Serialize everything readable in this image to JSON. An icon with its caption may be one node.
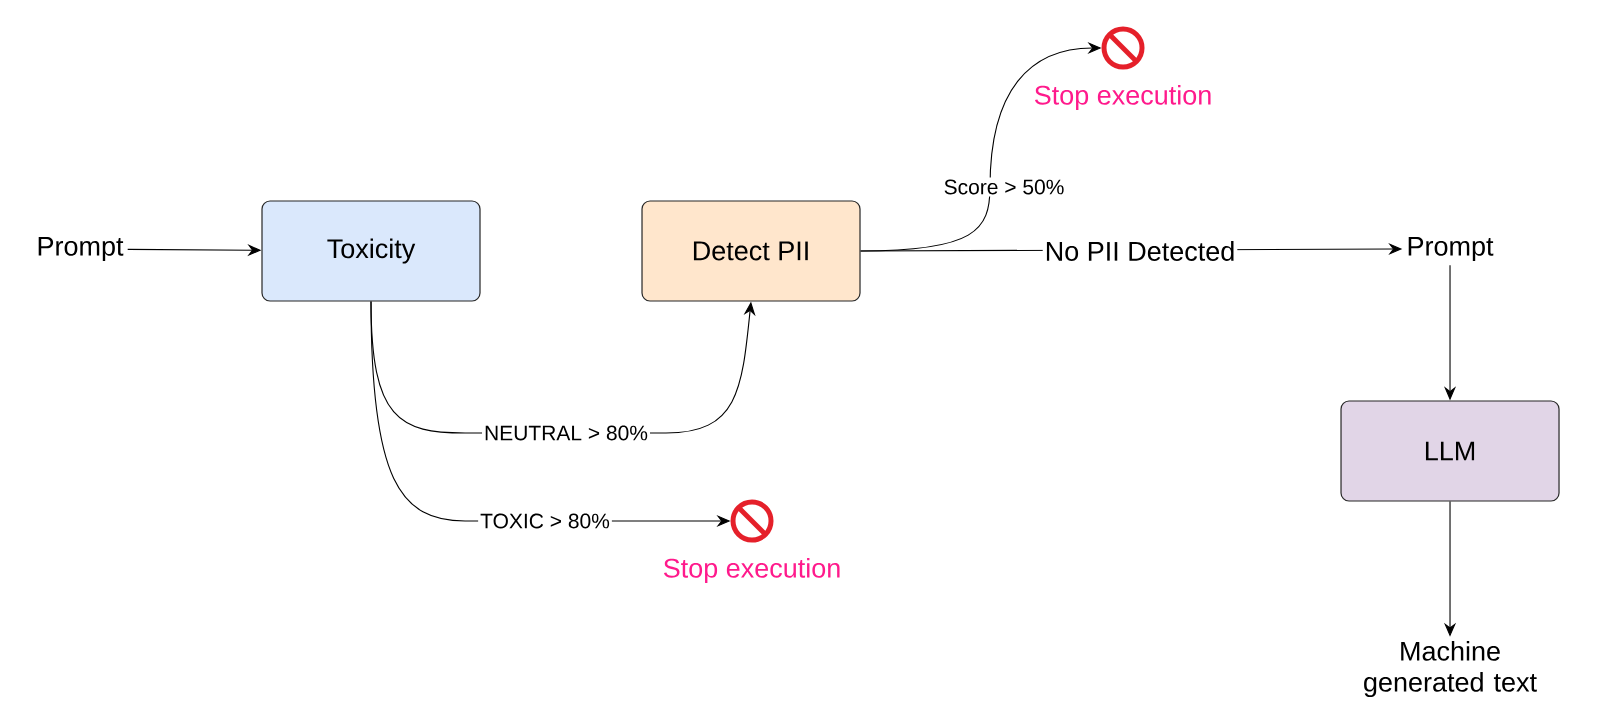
{
  "diagram": {
    "nodes": [
      {
        "text": [
          "Prompt"
        ]
      },
      {
        "text": [
          "Toxicity"
        ]
      },
      {
        "text": [
          "Detect PII"
        ]
      },
      {
        "text": [
          "Prompt"
        ]
      },
      {
        "text": [
          "LLM"
        ]
      },
      {
        "text": [
          "Machine generated text"
        ]
      },
      {
        "text": [],
        "shape": "circle",
        "beside": [
          "Stop execution"
        ]
      },
      {
        "text": [],
        "shape": "circle",
        "beside": [
          "Stop execution"
        ]
      }
    ],
    "edges": [
      {
        "from": 0,
        "to": 1,
        "arrow": "to"
      },
      {
        "from": 1,
        "to": 2,
        "arrow": "to",
        "label": "NEUTRAL > 80%"
      },
      {
        "from": 1,
        "to": 7,
        "arrow": "to",
        "label": "TOXIC > 80%"
      },
      {
        "from": 2,
        "to": 6,
        "arrow": "to",
        "label": "Score > 50%"
      },
      {
        "from": 2,
        "to": 3,
        "arrow": "to",
        "label": "No PII Detected"
      },
      {
        "from": 3,
        "to": 4,
        "arrow": "to"
      },
      {
        "from": 4,
        "to": 5,
        "arrow": "to"
      }
    ]
  }
}
